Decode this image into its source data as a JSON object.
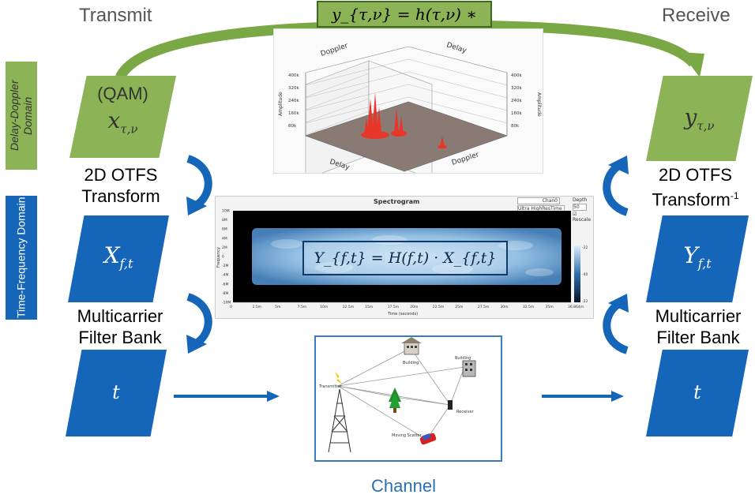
{
  "header": {
    "transmit": "Transmit",
    "receive": "Receive",
    "formula_top": "y_{τ,ν} = h(τ,ν) ∗ x_{τ,ν}"
  },
  "domains": {
    "delay_doppler": "Delay-Doppler Domain",
    "time_frequency": "Time-Frequency Domain"
  },
  "left": {
    "qam": "(QAM)",
    "x_dd": "x",
    "x_dd_sub": "τ,ν",
    "transform1": "2D OTFS",
    "transform2": "Transform",
    "X_tf": "X",
    "X_tf_sub": "f,t",
    "bank1": "Multicarrier",
    "bank2": "Filter Bank",
    "t": "t"
  },
  "right": {
    "y_dd": "y",
    "y_dd_sub": "τ,ν",
    "transform1": "2D OTFS",
    "transform2": "Transform",
    "transform_sup": "-1",
    "Y_tf": "Y",
    "Y_tf_sub": "f,t",
    "bank1": "Multicarrier",
    "bank2": "Filter Bank",
    "t": "t"
  },
  "center": {
    "tf_formula": "Y_{f,t} = H(f,t) · X_{f,t}",
    "channel": "Channel"
  },
  "plot3d": {
    "doppler_top": "Doppler",
    "delay_top": "Delay",
    "delay_bottom": "Delay",
    "doppler_bottom": "Doppler",
    "amplitude": "Amplitude",
    "ticks": [
      "400k",
      "320k",
      "240k",
      "160k",
      "80k"
    ]
  },
  "spectrogram": {
    "title": "Spectrogram",
    "ylabel": "Frequency",
    "xlabel": "Time (seconds)",
    "yticks": [
      "10M",
      "8M",
      "6M",
      "4M",
      "2M",
      "0",
      "-2M",
      "-4M",
      "-6M",
      "-8M",
      "-10M"
    ],
    "xticks": [
      "0",
      "2.5m",
      "5m",
      "7.5m",
      "10m",
      "12.5m",
      "15m",
      "17.5m",
      "20m",
      "22.5m",
      "25m",
      "27.5m",
      "30m",
      "32.5m",
      "35m",
      "36.864m"
    ],
    "channel_sel": "Chan0",
    "mode_sel": "Ultra HighResTime",
    "depth_label": "Depth",
    "depth_value": "50",
    "rescale": "Rescale",
    "cbar": [
      "-22",
      "-40",
      "-22"
    ]
  },
  "scene": {
    "building1": "Building",
    "building2": "Building",
    "transmitter": "Transmitter",
    "receiver": "Receiver",
    "scatter": "Moving Scatter"
  },
  "colors": {
    "green": "#8cb456",
    "blue": "#1565b8",
    "arrow_green": "#7aa845"
  }
}
